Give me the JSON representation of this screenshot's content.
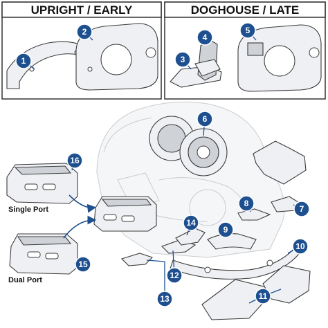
{
  "panels": {
    "upright_early": {
      "title": "UPRIGHT / EARLY"
    },
    "doghouse_late": {
      "title": "DOGHOUSE / LATE"
    }
  },
  "labels": {
    "single_port": "Single Port",
    "dual_port": "Dual Port"
  },
  "callouts": [
    "1",
    "2",
    "3",
    "4",
    "5",
    "6",
    "7",
    "8",
    "9",
    "10",
    "11",
    "12",
    "13",
    "14",
    "15",
    "16"
  ],
  "colors": {
    "callout_fill": "#1e4f8f",
    "callout_text": "#ffffff",
    "panel_border": "#333333",
    "part_fill": "#eef0f3",
    "ghost_outline": "#c9ccd0"
  }
}
